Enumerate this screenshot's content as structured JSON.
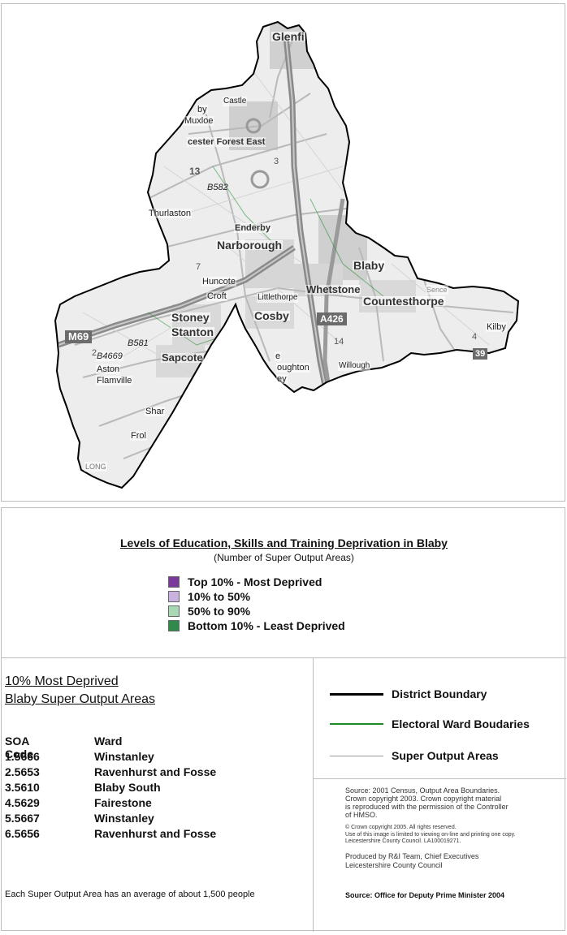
{
  "map": {
    "places": {
      "glenfield": "Glenfi",
      "castle": "Castle",
      "by": "by",
      "muxloe": "Muxloe",
      "leicester_forest_east": "cester Forest East",
      "thurlaston": "Thurlaston",
      "enderby": "Enderby",
      "narborough": "Narborough",
      "blaby": "Blaby",
      "huncote": "Huncote",
      "croft": "Croft",
      "littlethorpe": "Littlethorpe",
      "whetstone": "Whetstone",
      "countesthorpe": "Countesthorpe",
      "stoney": "Stoney",
      "stanton": "Stanton",
      "cosby": "Cosby",
      "kilby": "Kilby",
      "sapcote": "Sapcote",
      "aston": "Aston",
      "flamville": "Flamville",
      "sharnford": "Shar",
      "frolesworth": "Frol",
      "broughton": "oughton",
      "ey": "ey",
      "willoughby": "Willough",
      "e": "e",
      "sence": "Sence",
      "long": "LONG"
    },
    "roads": {
      "m69": "M69",
      "a426": "A426",
      "b4669": "B4669",
      "b582": "B582",
      "b581": "B581",
      "n13": "13",
      "n7": "7",
      "n3": "3",
      "n2": "2",
      "n14": "14",
      "n4": "4",
      "n39": "39"
    }
  },
  "legend": {
    "title": "Levels of Education, Skills and Training Deprivation in Blaby",
    "subtitle": "(Number of Super Output Areas)",
    "keys": [
      {
        "label": "Top 10% - Most Deprived",
        "color": "#7a3a9a"
      },
      {
        "label": "10% to 50%",
        "color": "#c9b3de"
      },
      {
        "label": "50% to 90%",
        "color": "#a8d8b4"
      },
      {
        "label": "Bottom 10% - Least Deprived",
        "color": "#2f8a4c"
      }
    ]
  },
  "deprived": {
    "heading_line1": "10% Most Deprived",
    "heading_line2": "Blaby Super Output Areas",
    "col_code": "SOA Code",
    "col_ward": "Ward",
    "rows": [
      {
        "code": "1.5666",
        "ward": "Winstanley"
      },
      {
        "code": "2.5653",
        "ward": "Ravenhurst and Fosse"
      },
      {
        "code": "3.5610",
        "ward": "Blaby South"
      },
      {
        "code": "4.5629",
        "ward": "Fairestone"
      },
      {
        "code": "5.5667",
        "ward": "Winstanley"
      },
      {
        "code": "6.5656",
        "ward": "Ravenhurst and Fosse"
      }
    ],
    "note": "Each Super Output Area has an average of about 1,500 people"
  },
  "boundaries": {
    "district": {
      "label": "District Boundary",
      "color": "#000000"
    },
    "ward": {
      "label": "Electoral Ward Boudaries",
      "color": "#1f8a2a"
    },
    "soa": {
      "label": "Super Output Areas",
      "color": "#9a9a9a"
    }
  },
  "source": {
    "line1": "Source: 2001 Census, Output Area Boundaries.",
    "line2": "Crown copyright 2003. Crown copyright material",
    "line3": "is reproduced with the permission of the Controller",
    "line4": "of HMSO.",
    "copy1": "© Crown copyright 2005. All rights reserved.",
    "copy2": "Use of this image is limited to viewing on-line and printing one copy.",
    "copy3": "Leicestershire County Council. LA100019271.",
    "produced1": "Produced by R&I Team, Chief Executives",
    "produced2": "Leicestershire County Council",
    "main": "Source: Office for Deputy Prime Minister 2004"
  }
}
